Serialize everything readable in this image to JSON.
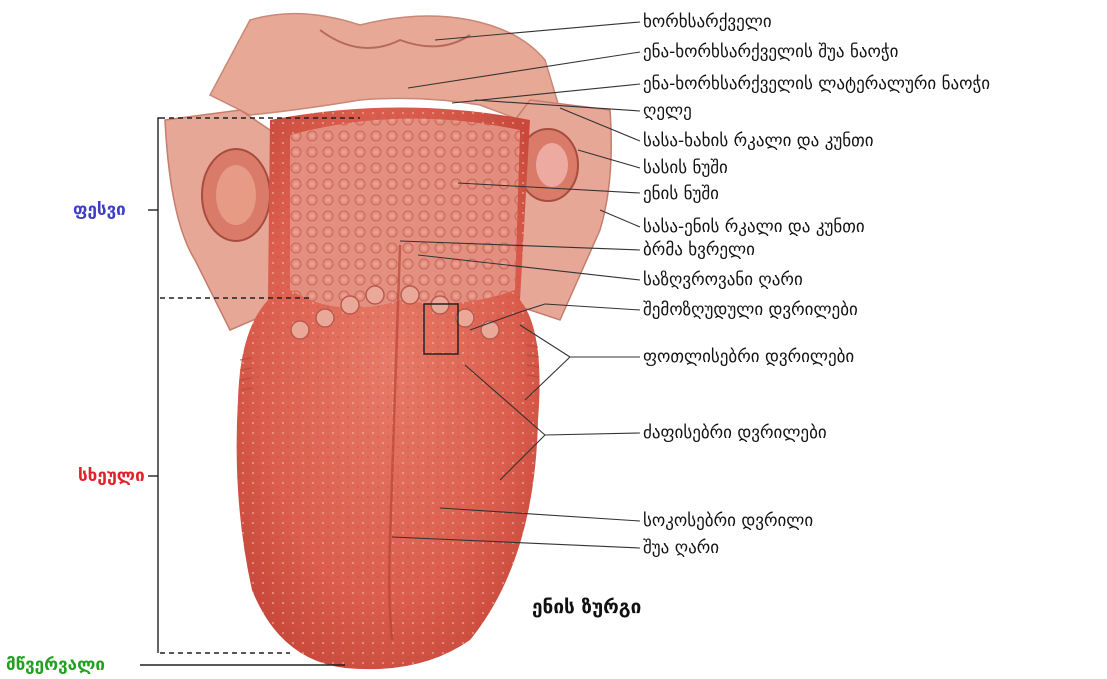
{
  "labels": {
    "larynx": "ხორხსარქველი",
    "median_fold": "ენა-ხორხსარქველის შუა ნაოჭი",
    "lateral_fold": "ენა-ხორხსარქველის ლატერალური ნაოჭი",
    "vallecula": "ღელე",
    "palatopharyngeal": "სასა-ხახის რკალი და კუნთი",
    "palatine_tonsil": "სასის ნუში",
    "lingual_tonsil": "ენის ნუში",
    "palatoglossal": "სასა-ენის რკალი და კუნთი",
    "foramen_cecum": "ბრმა ხვრელი",
    "terminal_sulcus": "საზღვროვანი ღარი",
    "vallate": "შემოზღუდული დვრილები",
    "foliate": "ფოთლისებრი დვრილები",
    "filiform": "ძაფისებრი დვრილები",
    "fungiform": "სოკოსებრი დვრილი",
    "median_sulcus": "შუა ღარი"
  },
  "regions": {
    "root": "ფესვი",
    "body": "სხეული",
    "apex": "მწვერვალი"
  },
  "caption": "ენის ზურგი",
  "colors": {
    "root": "#3d3dc8",
    "body": "#e0202a",
    "apex": "#22a022",
    "tongue": "#d9604f"
  }
}
